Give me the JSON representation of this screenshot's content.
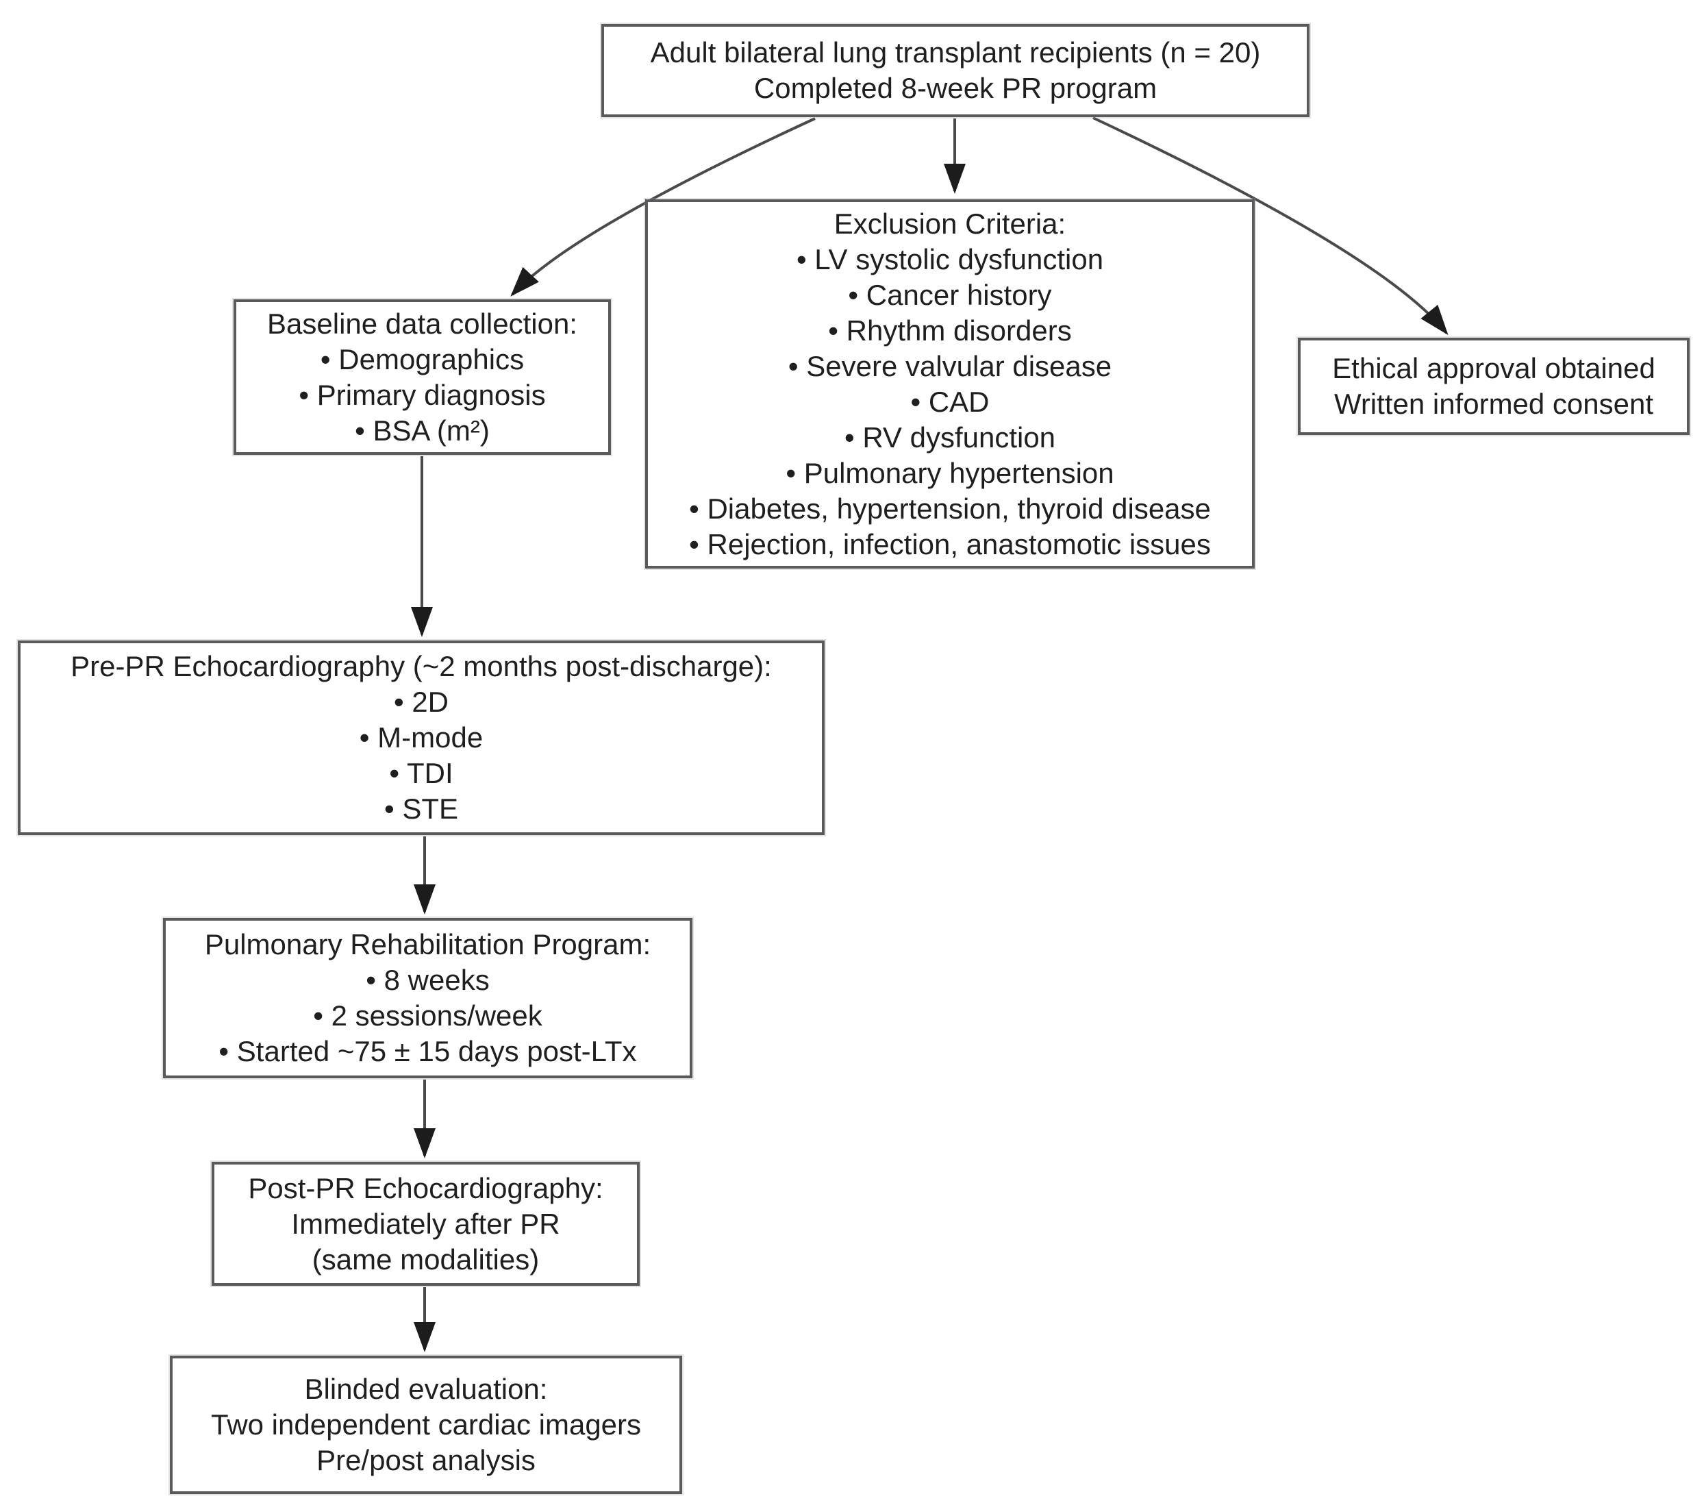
{
  "ui": {
    "bullet": "•",
    "background_color": "#ffffff",
    "box_border_color": "#5a5a5c",
    "text_color": "#1f1f1f",
    "arrow_color": "#4a4a4c",
    "arrowhead_color": "#1c1c1c"
  },
  "flowchart": {
    "enrollment": {
      "lines": [
        "Adult bilateral lung transplant recipients (n = 20)",
        "Completed 8-week PR program"
      ]
    },
    "exclusion": {
      "title": "Exclusion Criteria:",
      "items": [
        "LV systolic dysfunction",
        "Cancer history",
        "Rhythm disorders",
        "Severe valvular disease",
        "CAD",
        "RV dysfunction",
        "Pulmonary hypertension",
        "Diabetes, hypertension, thyroid disease",
        "Rejection, infection, anastomotic issues"
      ]
    },
    "baseline": {
      "title": "Baseline data collection:",
      "items": [
        "Demographics",
        "Primary diagnosis",
        "BSA (m²)"
      ]
    },
    "ethics": {
      "lines": [
        "Ethical approval obtained",
        "Written informed consent"
      ]
    },
    "pre_pr": {
      "title": "Pre-PR Echocardiography (~2 months post-discharge):",
      "items": [
        "2D",
        "M-mode",
        "TDI",
        "STE"
      ]
    },
    "pr_program": {
      "title": "Pulmonary Rehabilitation Program:",
      "items": [
        "8 weeks",
        "2 sessions/week",
        "Started ~75 ± 15 days post-LTx"
      ]
    },
    "post_pr": {
      "lines": [
        "Post-PR Echocardiography:",
        "Immediately after PR",
        "(same modalities)"
      ]
    },
    "evaluation": {
      "lines": [
        "Blinded evaluation:",
        "Two independent cardiac imagers",
        "Pre/post analysis"
      ]
    }
  }
}
